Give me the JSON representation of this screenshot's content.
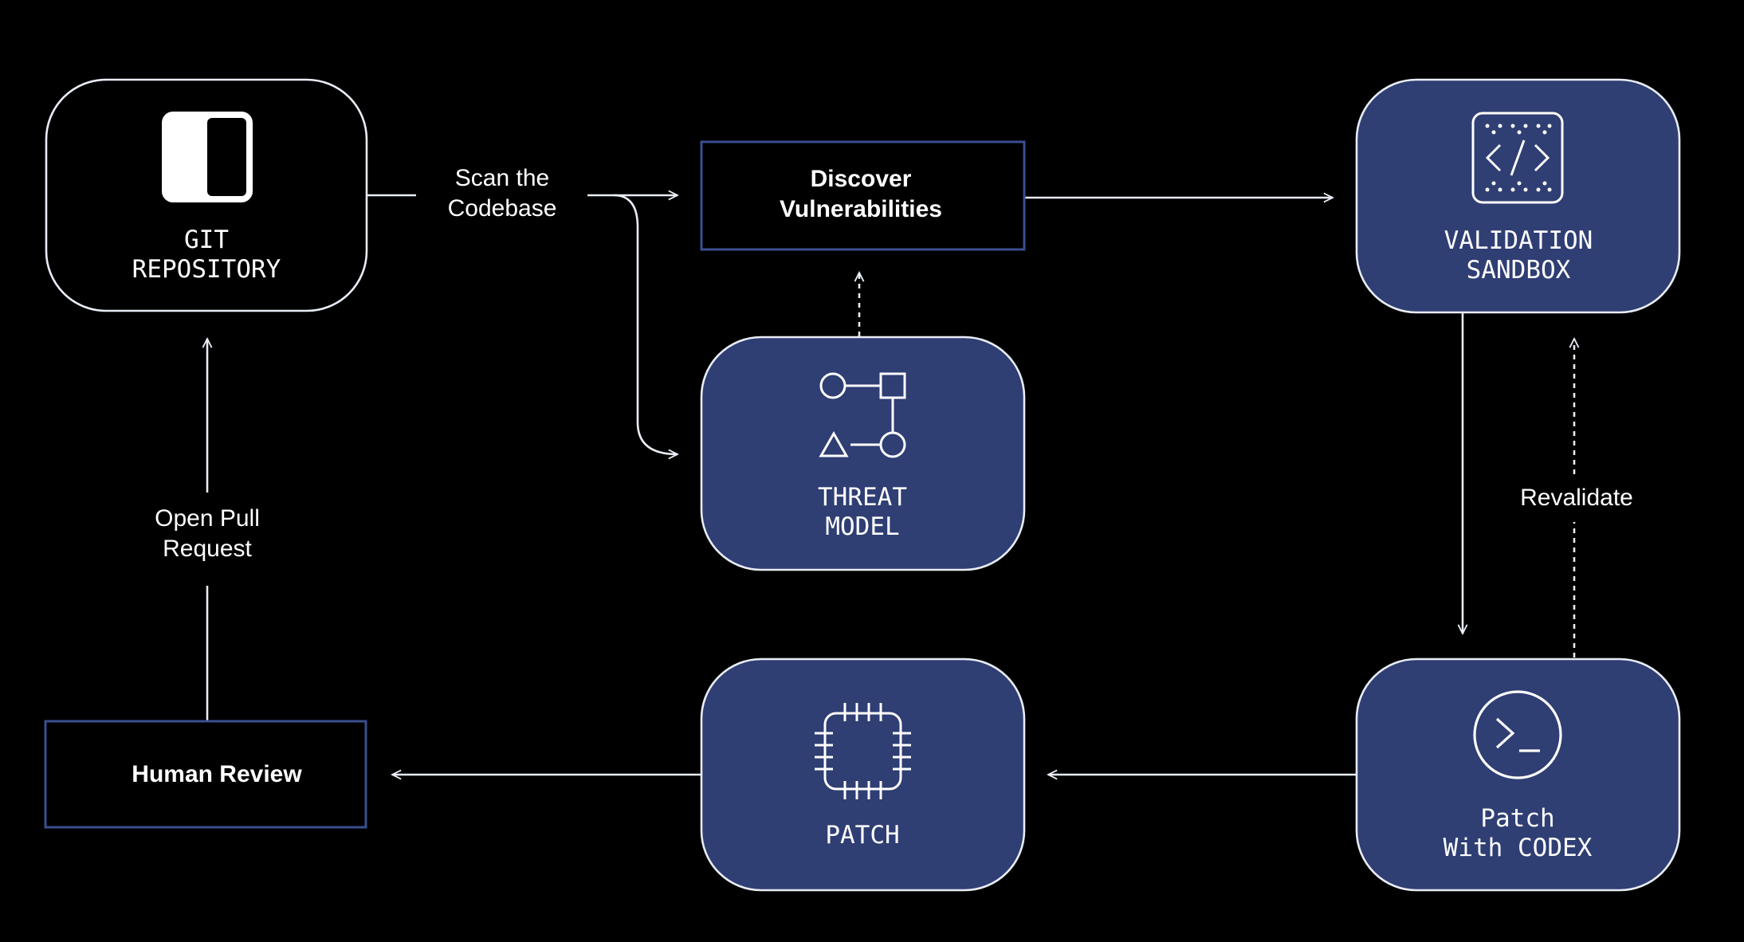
{
  "colors": {
    "background": "#000000",
    "node_fill": "#2f3e73",
    "stroke": "#e8ecf5",
    "text": "#ffffff"
  },
  "nodes": {
    "git_repository": {
      "line1": "GIT",
      "line2": "REPOSITORY",
      "icon": "split-panel-icon"
    },
    "discover": {
      "line1": "Discover",
      "line2": "Vulnerabilities"
    },
    "validation_sandbox": {
      "line1": "VALIDATION",
      "line2": "SANDBOX",
      "icon": "code-icon"
    },
    "threat_model": {
      "line1": "THREAT",
      "line2": "MODEL",
      "icon": "shapes-graph-icon"
    },
    "patch": {
      "line1": "PATCH",
      "icon": "chip-icon"
    },
    "patch_codex": {
      "line1": "Patch",
      "line2": "With CODEX",
      "icon": "terminal-icon"
    },
    "human_review": {
      "line1": "Human Review"
    }
  },
  "edge_labels": {
    "scan": {
      "line1": "Scan the",
      "line2": "Codebase"
    },
    "open_pr": {
      "line1": "Open Pull",
      "line2": "Request"
    },
    "revalidate": {
      "line1": "Revalidate"
    }
  }
}
